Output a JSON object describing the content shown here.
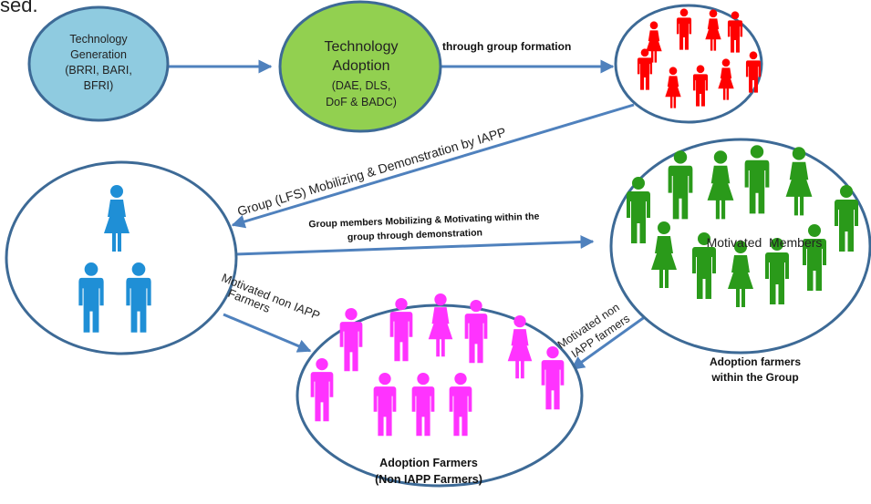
{
  "fragment": {
    "text": "sed."
  },
  "nodes": {
    "generation": {
      "lines": [
        "Technology",
        "Generation",
        "(BRRI, BARI,",
        "BFRI)"
      ],
      "fill": "#8fcbe0",
      "stroke": "#3d6a96"
    },
    "adoption": {
      "lines": [
        "Technology",
        "Adoption",
        "(DAE, DLS,",
        "DoF & BADC)"
      ],
      "fill": "#92d050",
      "stroke": "#3d6a96"
    },
    "red_group": {
      "figure_color": "#ff0000",
      "stroke": "#3d6a96"
    },
    "lfs_group": {
      "figure_color": "#1f8fd6",
      "stroke": "#3d6a96"
    },
    "motivated_members": {
      "label": "Motivated  Members",
      "figure_color": "#2a9a1a",
      "stroke": "#3d6a96"
    },
    "non_iapp": {
      "figure_color": "#ff33ff",
      "stroke": "#3d6a96"
    }
  },
  "edges": {
    "group_formation": "through group formation",
    "lfs_mobilizing": "Group (LFS) Mobilizing & Demonstration by IAPP",
    "members_mobilizing": [
      "Group members Mobilizing & Motivating within the",
      "group through demonstration"
    ],
    "motivated_non_iapp_left": [
      "Motivated non IAPP",
      "Farmers"
    ],
    "motivated_non_iapp_right": [
      "Motivated non",
      "IAPP farmers"
    ]
  },
  "captions": {
    "adoption_farmers_group": [
      "Adoption farmers",
      "within the Group"
    ],
    "adoption_farmers_non_iapp": [
      "Adoption Farmers",
      "(Non IAPP Farmers)"
    ]
  },
  "colors": {
    "arrow": "#4f81bd",
    "circle_stroke": "#3d6a96"
  }
}
